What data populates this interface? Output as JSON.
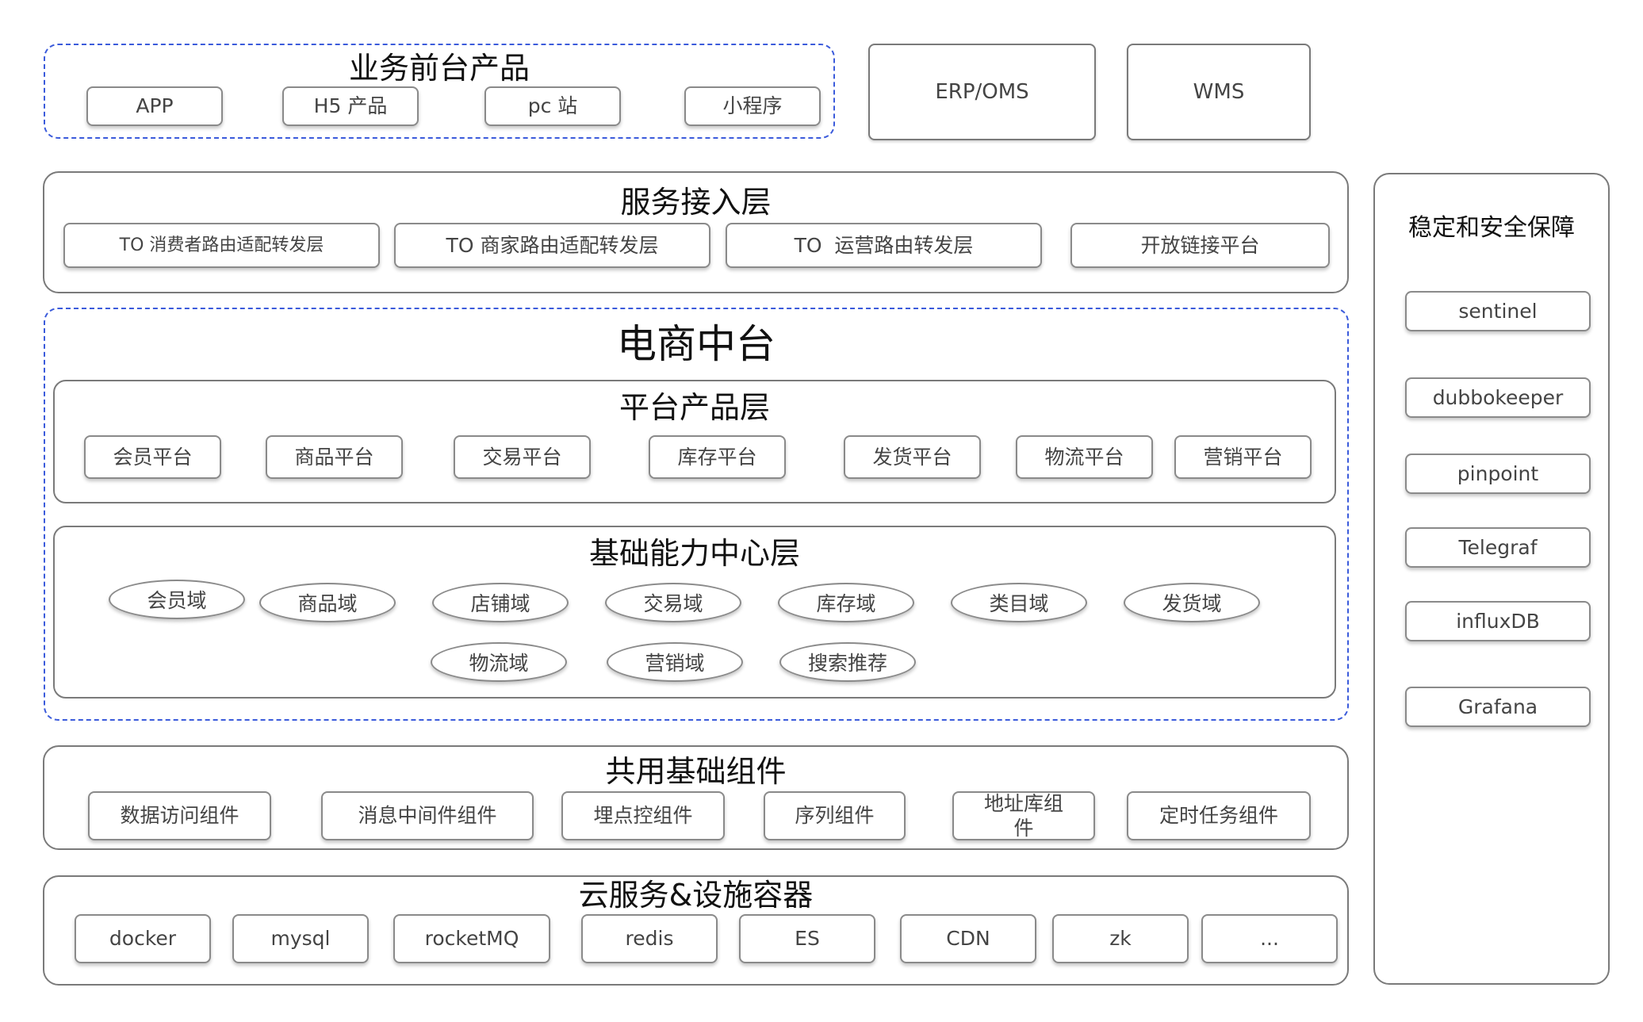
{
  "front": {
    "title": "业务前台产品",
    "items": [
      "APP",
      "H5 产品",
      "pc 站",
      "小程序"
    ]
  },
  "erp": "ERP/OMS",
  "wms": "WMS",
  "access": {
    "title": "服务接入层",
    "items": [
      "TO 消费者路由适配转发层",
      "TO 商家路由适配转发层",
      "TO  运营路由转发层",
      "开放链接平台"
    ]
  },
  "middle": {
    "title": "电商中台",
    "platform": {
      "title": "平台产品层",
      "items": [
        "会员平台",
        "商品平台",
        "交易平台",
        "库存平台",
        "发货平台",
        "物流平台",
        "营销平台"
      ]
    },
    "capability": {
      "title": "基础能力中心层",
      "items": [
        "会员域",
        "商品域",
        "店铺域",
        "交易域",
        "库存域",
        "类目域",
        "发货域",
        "物流域",
        "营销域",
        "搜索推荐"
      ]
    }
  },
  "shared": {
    "title": "共用基础组件",
    "items": [
      "数据访问组件",
      "消息中间件组件",
      "埋点控组件",
      "序列组件",
      "地址库组件",
      "定时任务组件"
    ]
  },
  "cloud": {
    "title": "云服务&设施容器",
    "items": [
      "docker",
      "mysql",
      "rocketMQ",
      "redis",
      "ES",
      "CDN",
      "zk",
      "..."
    ]
  },
  "stability": {
    "title": "稳定和安全保障",
    "items": [
      "sentinel",
      "dubbokeeper",
      "pinpoint",
      "Telegraf",
      "influxDB",
      "Grafana"
    ]
  }
}
